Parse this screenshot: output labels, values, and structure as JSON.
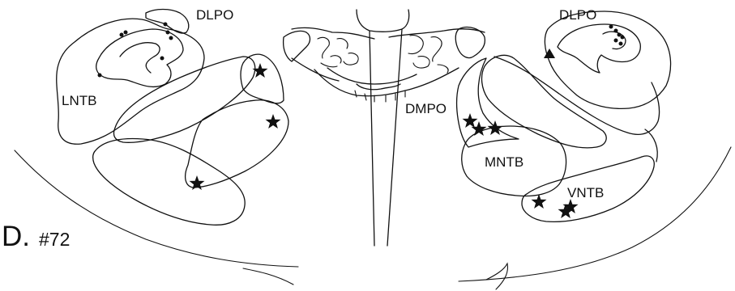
{
  "labels": {
    "dlpo_left": "DLPO",
    "lntb": "LNTB",
    "dlpo_right": "DLPO",
    "dmpo": "DMPO",
    "mntb": "MNTB",
    "vntb": "VNTB"
  },
  "panel": {
    "letter": "D.",
    "case_number": "#72"
  },
  "colors": {
    "ink": "#111111",
    "background": "#ffffff"
  }
}
